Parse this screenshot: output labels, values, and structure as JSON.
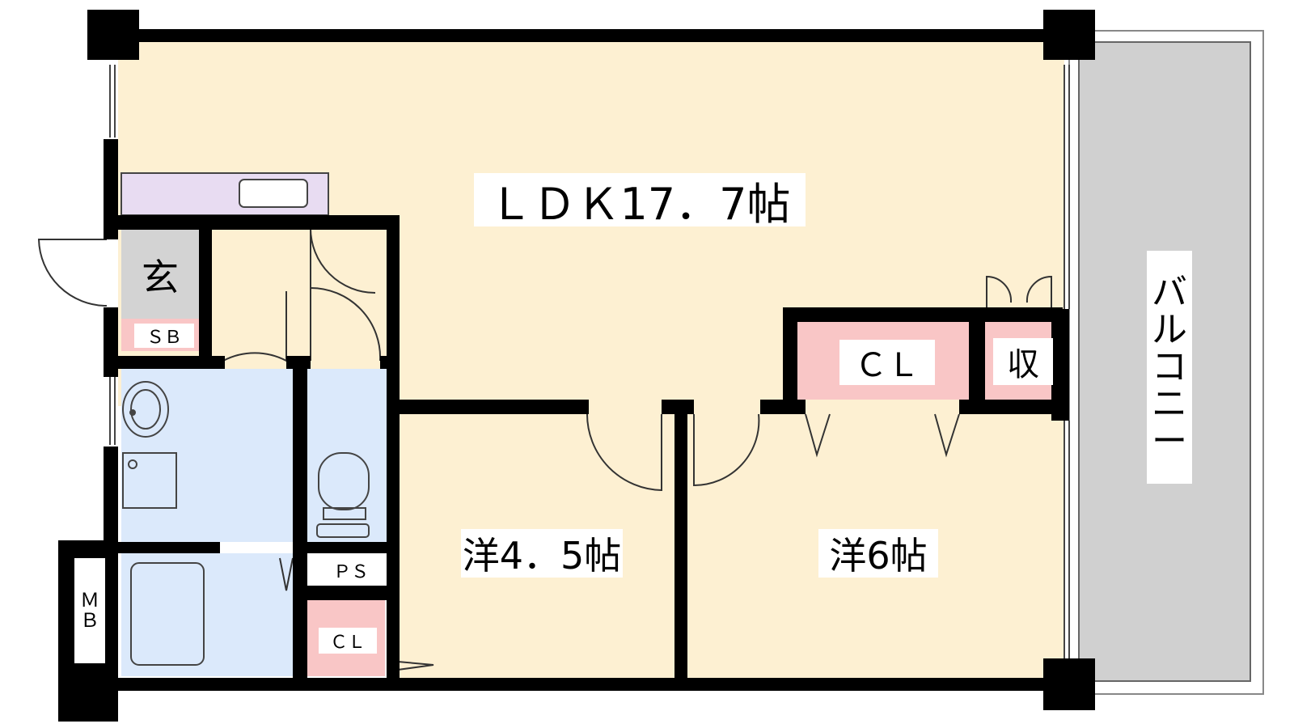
{
  "rooms": {
    "ldk": "ＬＤＫ17．7帖",
    "western_small": "洋4．5帖",
    "western_large": "洋6帖",
    "genkan": "玄",
    "shoe_box": "ＳＢ",
    "closet_main": "ＣＬ",
    "closet_small": "ＣＬ",
    "storage": "収",
    "pipe_space": "ＰＳ",
    "meter_box": [
      "Ｍ",
      "Ｂ"
    ],
    "balcony": [
      "バ",
      "ル",
      "コ",
      "ニ",
      "ー"
    ]
  },
  "colors": {
    "ldk_floor": "#fdf0d2",
    "wet_area": "#dbe9fb",
    "storage": "#f9c6c6",
    "entrance": "#d3d3d3",
    "kitchen": "#e8dcf2",
    "balcony": "#d0d0d0",
    "wall": "#000000"
  }
}
